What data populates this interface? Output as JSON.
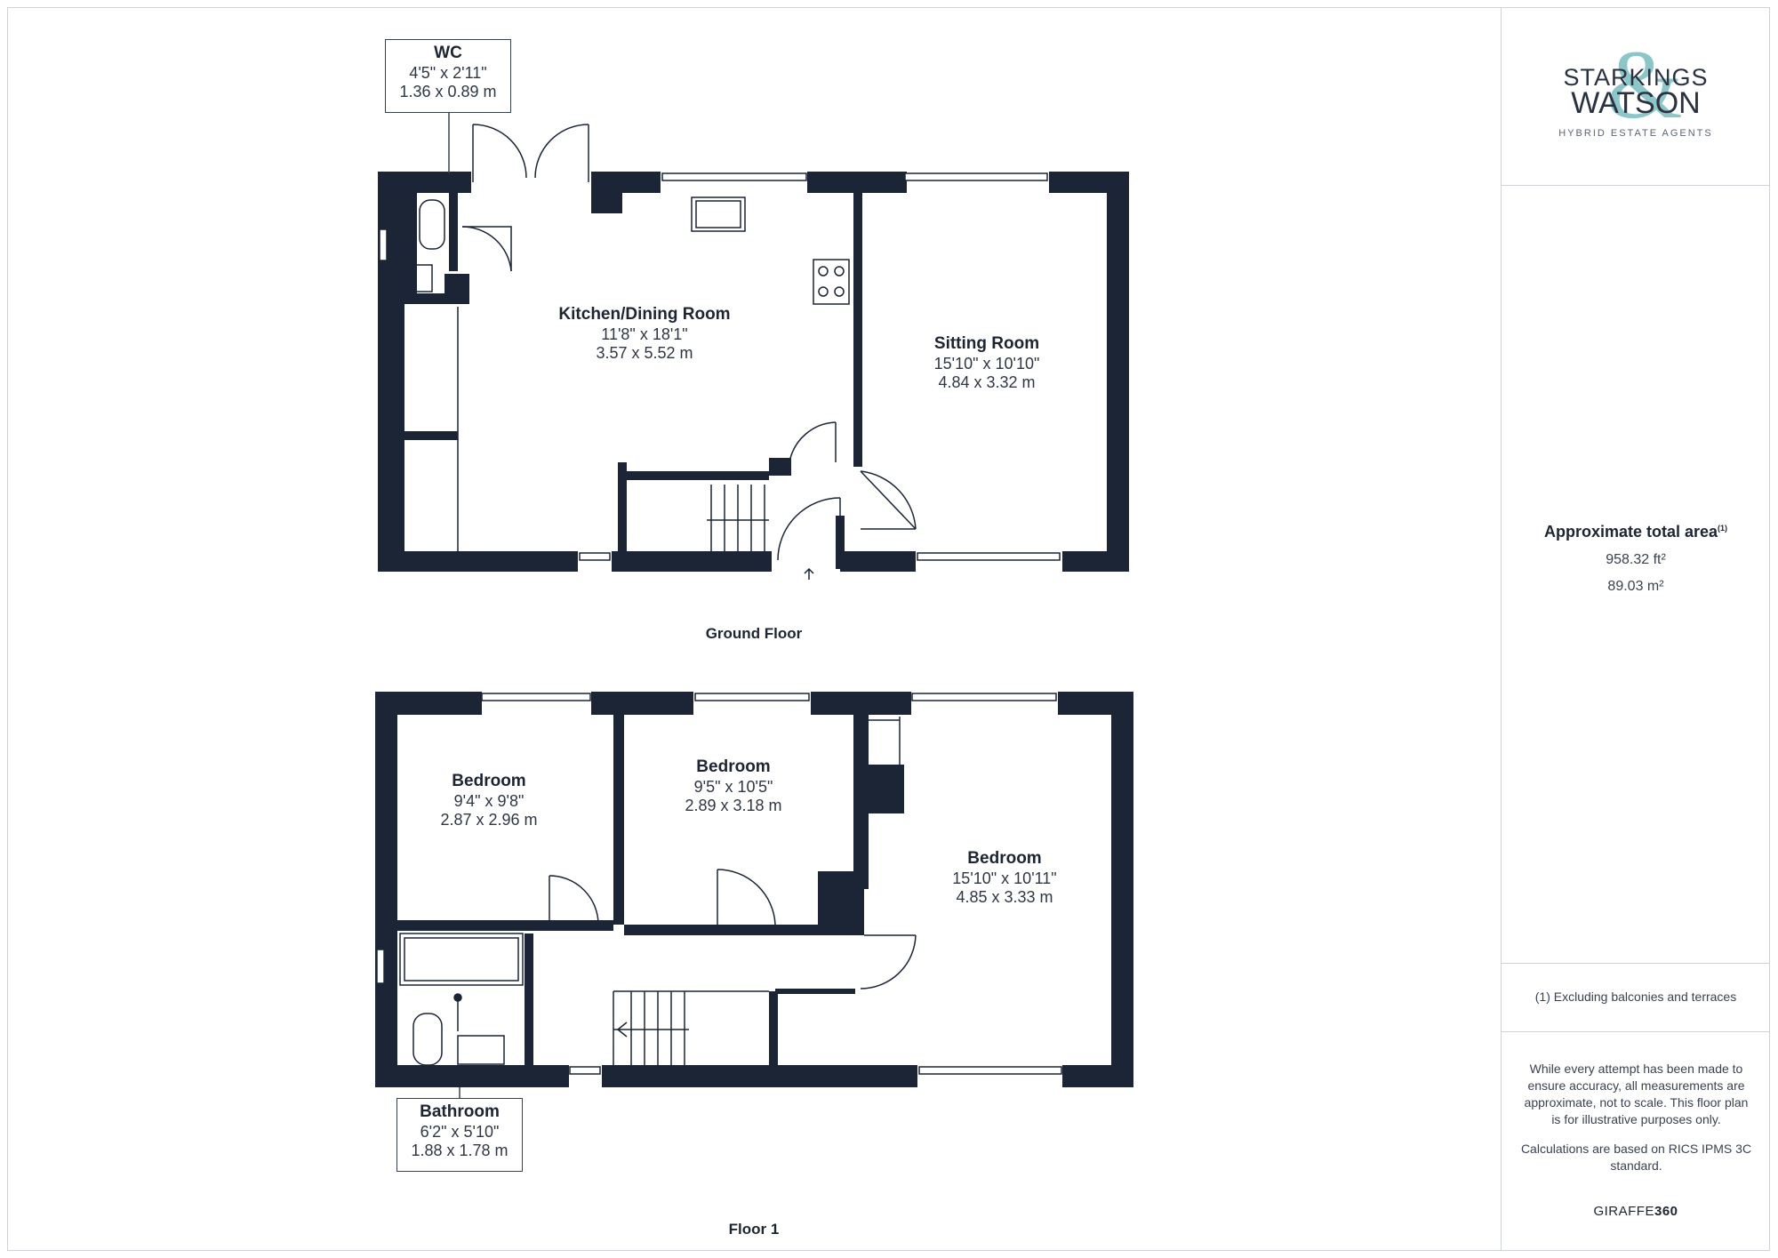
{
  "brand": {
    "name_line1": "STARKINGS",
    "name_line2": "WATSON",
    "tagline": "HYBRID ESTATE AGENTS",
    "accent_color": "#86c3c6",
    "wall_color": "#1b2536"
  },
  "area": {
    "title": "Approximate total area",
    "footnote_mark": "(1)",
    "sqft": "958.32 ft²",
    "sqm": "89.03 m²"
  },
  "notes": {
    "exclusion": "(1) Excluding balconies and terraces",
    "disclaimer": "While every attempt has been made to ensure accuracy, all measurements are approximate, not to scale. This floor plan is for illustrative purposes only.",
    "calculation": "Calculations are based on RICS IPMS 3C standard."
  },
  "software": {
    "prefix": "GIRAFFE",
    "suffix": "360"
  },
  "floors": {
    "ground": {
      "name": "Ground Floor",
      "rooms": {
        "wc": {
          "name": "WC",
          "imperial": "4'5\" x 2'11\"",
          "metric": "1.36 x 0.89 m"
        },
        "kitchen": {
          "name": "Kitchen/Dining Room",
          "imperial": "11'8\" x 18'1\"",
          "metric": "3.57 x 5.52 m"
        },
        "sitting": {
          "name": "Sitting Room",
          "imperial": "15'10\" x 10'10\"",
          "metric": "4.84 x 3.32 m"
        }
      }
    },
    "first": {
      "name": "Floor 1",
      "rooms": {
        "bed1": {
          "name": "Bedroom",
          "imperial": "9'4\" x 9'8\"",
          "metric": "2.87 x 2.96 m"
        },
        "bed2": {
          "name": "Bedroom",
          "imperial": "9'5\" x 10'5\"",
          "metric": "2.89 x 3.18 m"
        },
        "bed3": {
          "name": "Bedroom",
          "imperial": "15'10\" x 10'11\"",
          "metric": "4.85 x 3.33 m"
        },
        "bath": {
          "name": "Bathroom",
          "imperial": "6'2\" x 5'10\"",
          "metric": "1.88 x 1.78 m"
        }
      }
    }
  }
}
